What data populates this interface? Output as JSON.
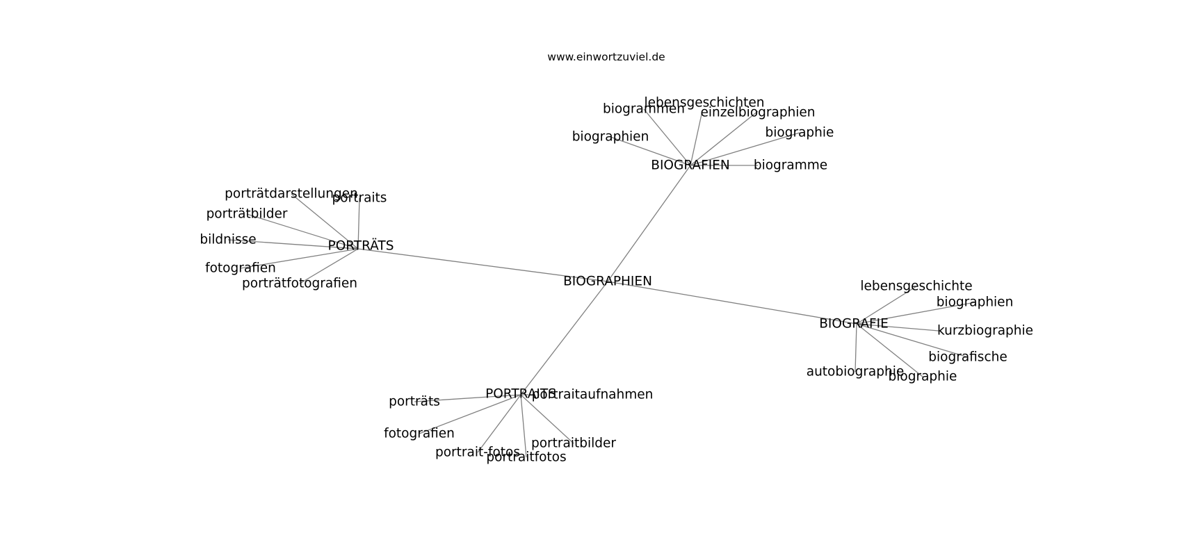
{
  "title": "www.einwortzuviel.de",
  "root": "BIOGRAPHIEN",
  "clusters": [
    {
      "name": "BIOGRAFIEN",
      "words": [
        "biogrammen",
        "lebensgeschichten",
        "einzelbiographien",
        "biographien",
        "biographie",
        "biogramme"
      ]
    },
    {
      "name": "PORTRÄTS",
      "words": [
        "porträtdarstellungen",
        "portraits",
        "porträtbilder",
        "bildnisse",
        "fotografien",
        "porträtfotografien"
      ]
    },
    {
      "name": "BIOGRAFIE",
      "words": [
        "lebensgeschichte",
        "biographien",
        "kurzbiographie",
        "biografische",
        "autobiographie",
        "biographie"
      ]
    },
    {
      "name": "PORTRAITS",
      "words": [
        "porträts",
        "portraitaufnahmen",
        "fotografien",
        "portraitbilder",
        "portrait-fotos",
        "portraitfotos"
      ]
    }
  ]
}
